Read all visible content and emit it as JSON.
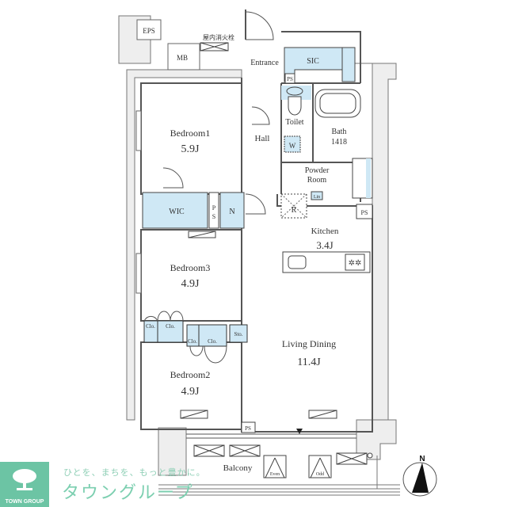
{
  "floorplan": {
    "rooms": {
      "eps": "EPS",
      "mb": "MB",
      "fire_hydrant": "屋内消火栓",
      "entrance": "Entrance",
      "sic": "SIC",
      "ps_entrance": "PS",
      "toilet": "Toilet",
      "bath_name": "Bath",
      "bath_size": "1418",
      "washer": "W",
      "powder_room_1": "Powder",
      "powder_room_2": "Room",
      "linen": "Lin",
      "hall": "Hall",
      "bedroom1_name": "Bedroom1",
      "bedroom1_size": "5.9J",
      "wic": "WIC",
      "ps_mid_1": "P",
      "ps_mid_2": "S",
      "niche": "N",
      "fridge": "R",
      "ps_kitchen": "PS",
      "kitchen_name": "Kitchen",
      "kitchen_size": "3.4J",
      "bedroom3_name": "Bedroom3",
      "bedroom3_size": "4.9J",
      "closet_1": "Clo.",
      "closet_2": "Clo.",
      "closet_3": "Clo.",
      "closet_4": "Clo.",
      "storage": "Sto.",
      "living_name": "Living Dining",
      "living_size": "11.4J",
      "bedroom2_name": "Bedroom2",
      "bedroom2_size": "4.9J",
      "ps_balcony": "PS",
      "balcony": "Balcony",
      "ac_even": "Even",
      "ac_odd": "Odd"
    },
    "compass": "N",
    "colors": {
      "storage_fill": "#cfe8f5",
      "wall": "#555555",
      "common_fill": "#eeeeee"
    }
  },
  "branding": {
    "logo_text": "TOWN GROUP",
    "slogan": "ひとを、まちを、もっと豊かに。",
    "brand_name": "タウングループ",
    "logo_color": "#6cc4a4"
  }
}
